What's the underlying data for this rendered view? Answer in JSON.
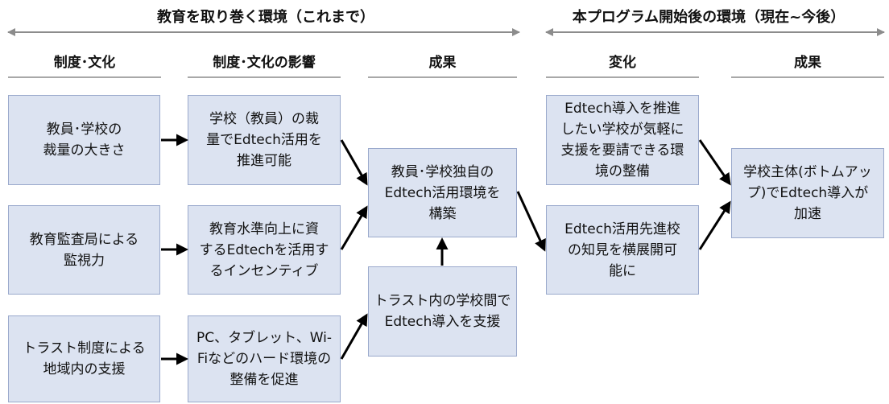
{
  "sections": {
    "before": "教育を取り巻く環境（これまで）",
    "after": "本プログラム開始後の環境（現在~今後）"
  },
  "columns": [
    "制度･文化",
    "制度･文化の影響",
    "成果",
    "変化",
    "成果"
  ],
  "boxes": {
    "c1r1": "教員･学校の\n裁量の大きさ",
    "c1r2": "教育監査局による\n監視力",
    "c1r3": "トラスト制度による\n地域内の支援",
    "c2r1": "学校（教員）の裁\n量でEdtech活用を\n推進可能",
    "c2r2": "教育水準向上に資\nするEdtechを活用す\nるインセンティブ",
    "c2r3": "PC、タブレット、Wi-\nFiなどのハード環境の\n整備を促進",
    "c3top": "教員･学校独自の\nEdtech活用環境を\n構築",
    "c3bottom": "トラスト内の学校間で\nEdtech導入を支援",
    "c4top": "Edtech導入を推進\nしたい学校が気軽に\n支援を要請できる環\n境の整備",
    "c4bottom": "Edtech活用先進校\nの知見を横展開可\n能に",
    "c5": "学校主体(ボトムアッ\nプ)でEdtech導入が\n加速"
  },
  "colors": {
    "box_fill": "#dce3f1",
    "box_border": "#9aa9cc",
    "rule": "#a8a8a8",
    "arrow": "#000000"
  }
}
